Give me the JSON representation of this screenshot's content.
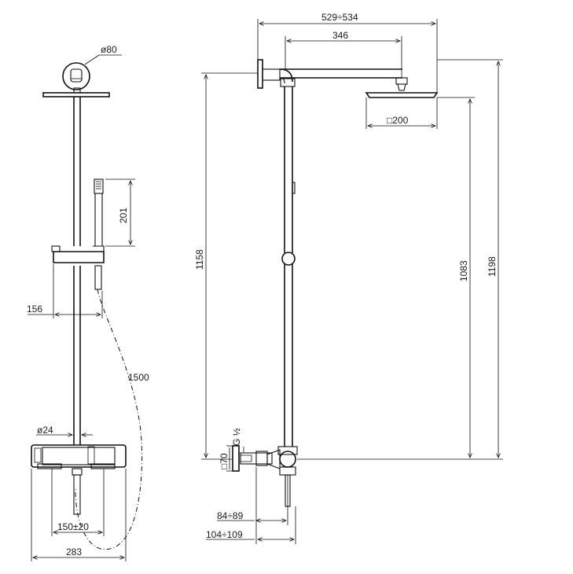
{
  "dimensions": {
    "head_diameter": "ø80",
    "hand_shower_length": "201",
    "hand_offset": "156",
    "hose_length": "1500",
    "pipe_diameter": "ø24",
    "spout_center": "150±20",
    "mixer_width": "283",
    "arm_length_range": "529÷534",
    "arm_length": "346",
    "rain_head_size": "□200",
    "bar_height": "1158",
    "head_height": "1083",
    "total_height": "1198",
    "connection_thread": "G ½",
    "flange_size": "□70",
    "wall_offset_small": "84÷89",
    "wall_offset_large": "104÷109"
  }
}
